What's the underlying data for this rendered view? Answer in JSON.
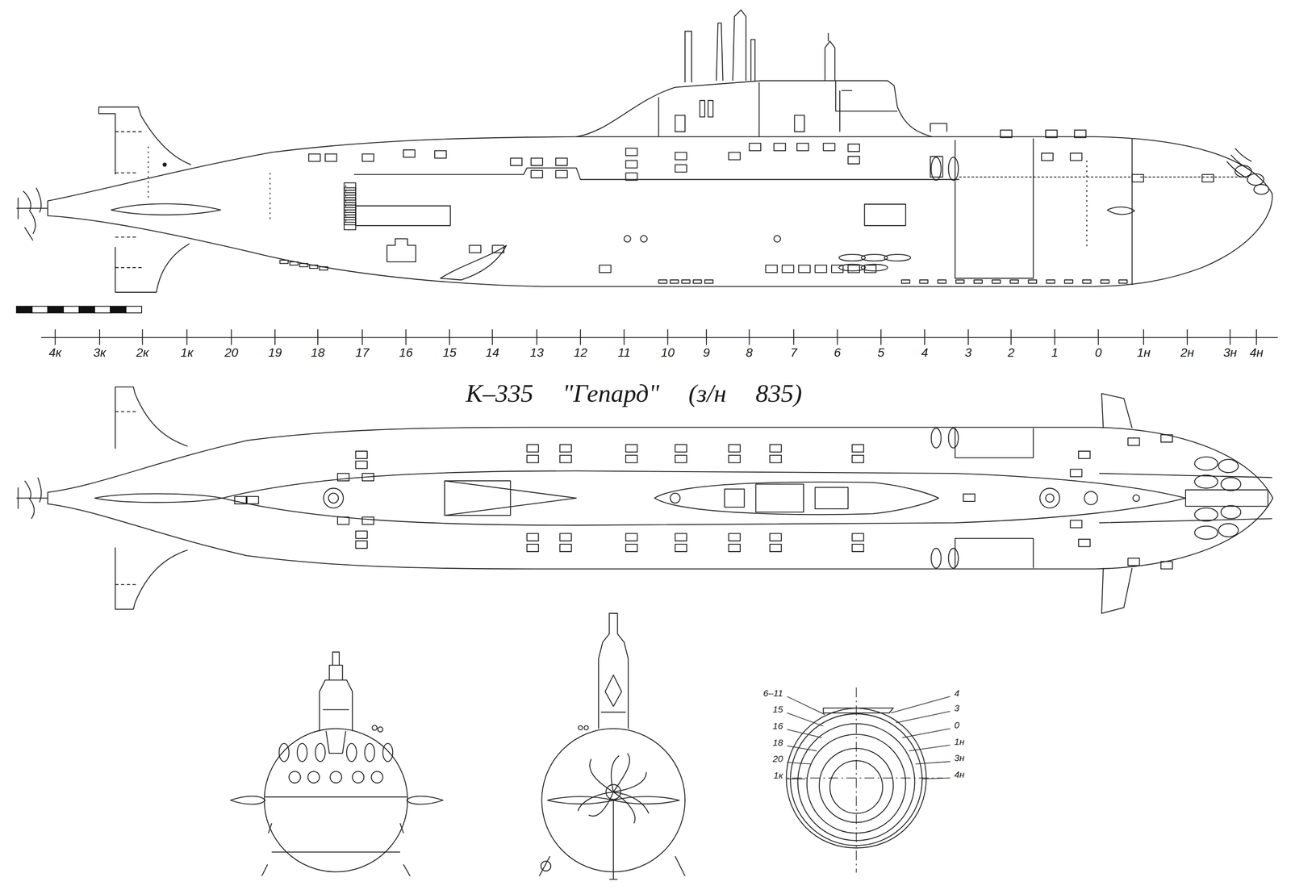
{
  "diagram": {
    "title": "К–335 \"Гепард\" (з/н 835)",
    "labels": [
      "4к",
      "3к",
      "2к",
      "1к",
      "20",
      "19",
      "18",
      "17",
      "16",
      "15",
      "14",
      "13",
      "12",
      "11",
      "10",
      "9",
      "8",
      "7",
      "6",
      "5",
      "4",
      "3",
      "2",
      "1",
      "0",
      "1н",
      "2н",
      "3н",
      "4н",
      "6–11",
      "15",
      "16",
      "18",
      "20",
      "1к",
      "4",
      "3",
      "0",
      "1н",
      "3н",
      "4н"
    ]
  }
}
